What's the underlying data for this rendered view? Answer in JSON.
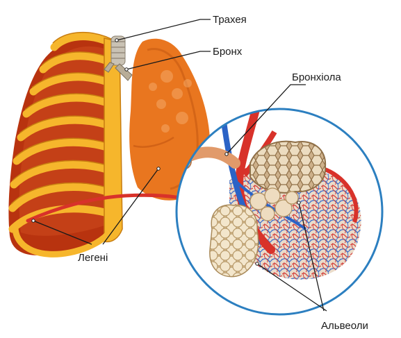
{
  "labels": {
    "trachea": "Трахея",
    "bronchus": "Бронх",
    "bronchiole": "Бронхіола",
    "lungs": "Легені",
    "alveoli": "Альвеоли"
  },
  "colors": {
    "lung_flesh": "#e9761f",
    "lung_dark": "#b8330f",
    "rib_yellow": "#f6b62c",
    "rib_edge": "#c77c10",
    "artery_red": "#d8322a",
    "vein_blue": "#2b63c6",
    "circle_blue": "#2c7fc0",
    "alveoli_beige": "#e8d4b0",
    "leader_line": "#1a1a1a"
  }
}
